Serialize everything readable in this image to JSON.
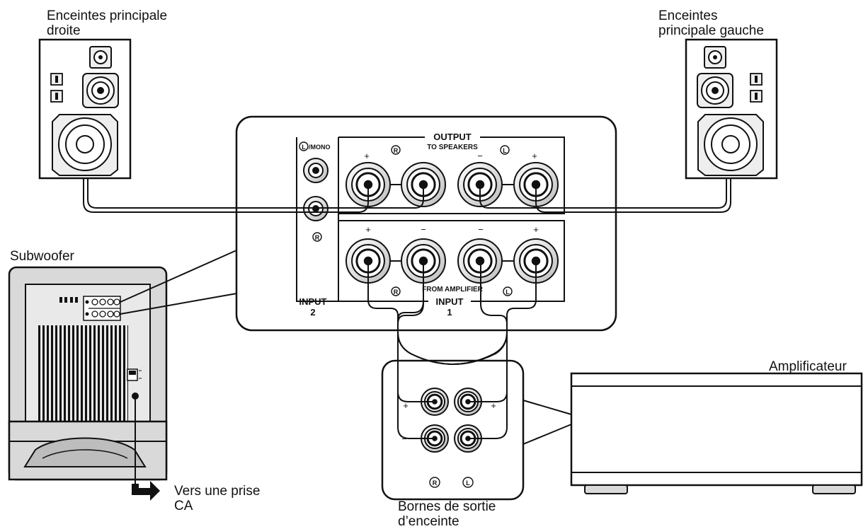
{
  "labels": {
    "right_speaker": [
      "Enceintes principale",
      "droite"
    ],
    "left_speaker": [
      "Enceintes",
      "principale gauche"
    ],
    "subwoofer": "Subwoofer",
    "amplifier": "Amplificateur",
    "ac_outlet": [
      "Vers une prise",
      "CA"
    ],
    "speaker_out_terminals": [
      "Bornes de sortie",
      "d’enceinte"
    ]
  },
  "panel": {
    "mono_label": "/MONO",
    "mono_l_symbol": "L",
    "r_symbol": "R",
    "l_symbol": "L",
    "output": "OUTPUT",
    "to_speakers": "TO SPEAKERS",
    "from_amplifier": "FROM AMPLIFIER",
    "input_1": "INPUT",
    "input_1_num": "1",
    "input_2": "INPUT",
    "input_2_num": "2",
    "plus": "+",
    "minus": "−"
  },
  "amp_terminals": {
    "plus": "+",
    "minus": "−",
    "r_symbol": "R",
    "l_symbol": "L"
  },
  "colors": {
    "line": "#111111",
    "background": "#ffffff",
    "cabinet": "#d9d9d9",
    "cabinet_face": "#e9e9e9"
  }
}
